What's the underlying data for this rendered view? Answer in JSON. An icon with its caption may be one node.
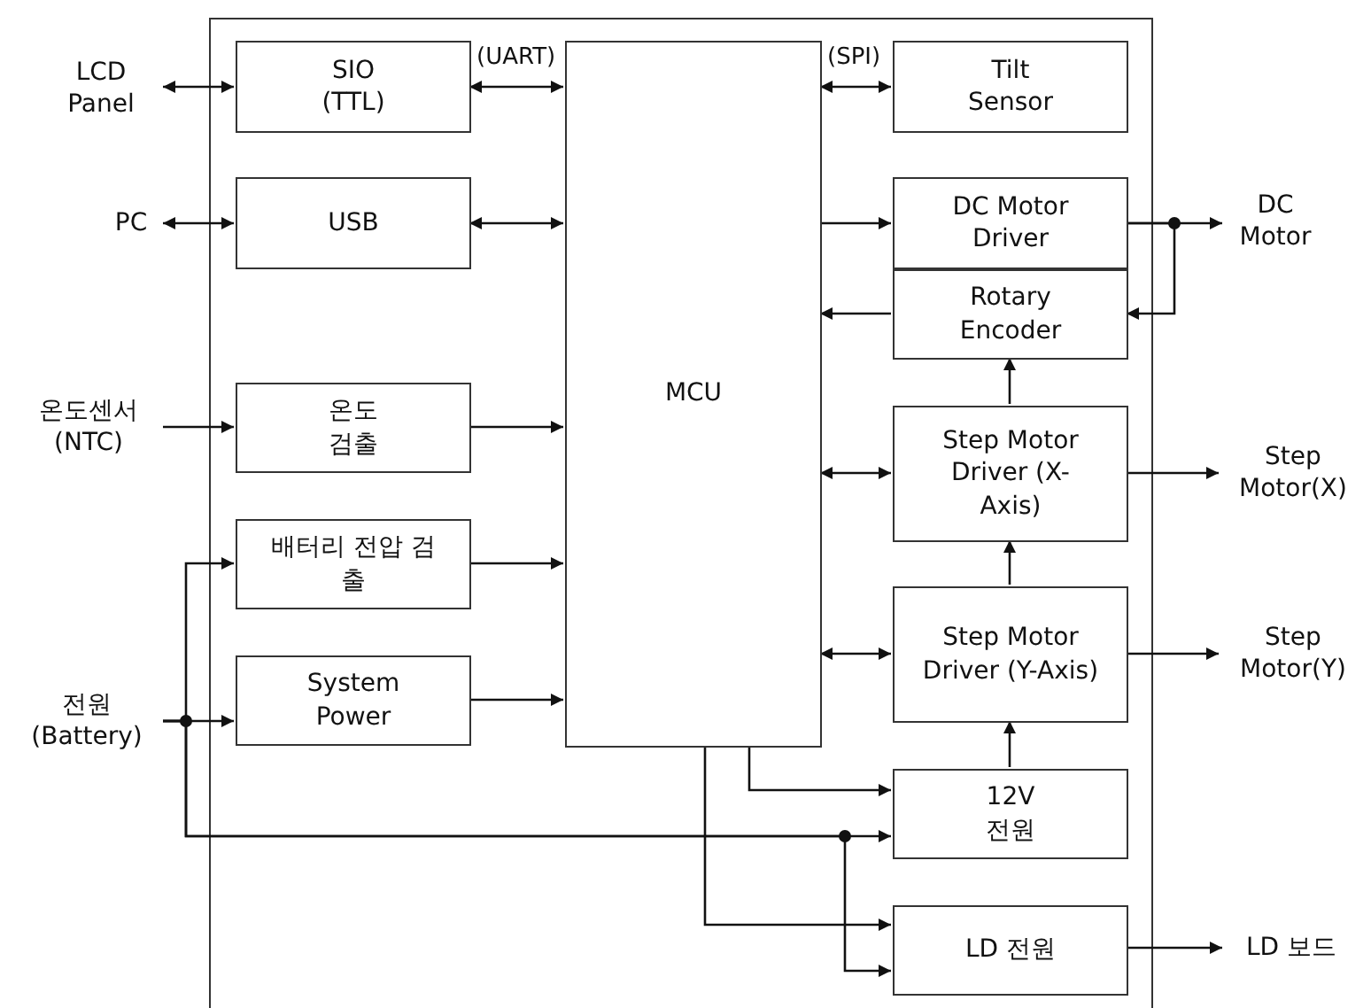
{
  "diagram": {
    "nodes": [
      {
        "text": [],
        "shape": "box"
      },
      {
        "text": [
          "LCD Panel"
        ]
      },
      {
        "text": [
          "SIO (TTL)"
        ],
        "in": 0
      },
      {
        "text": [
          "MCU"
        ],
        "in": 0
      },
      {
        "text": [
          "Tilt Sensor"
        ],
        "in": 0
      },
      {
        "text": [
          "PC"
        ]
      },
      {
        "text": [
          "USB"
        ],
        "in": 0
      },
      {
        "text": [
          "DC Motor Driver"
        ],
        "in": 0
      },
      {
        "text": [
          "DC Motor"
        ]
      },
      {
        "text": [
          "Rotary Encoder"
        ],
        "in": 0
      },
      {
        "text": [
          "온도센서 (NTC)"
        ]
      },
      {
        "text": [
          "온도 검출"
        ],
        "in": 0
      },
      {
        "text": [
          "Step Motor Driver (X-Axis)"
        ],
        "in": 0
      },
      {
        "text": [
          "Step Motor(X)"
        ]
      },
      {
        "text": [
          "배터리 전압 검출"
        ],
        "in": 0
      },
      {
        "text": [
          "전원 (Battery)"
        ]
      },
      {
        "text": [
          "System Power"
        ],
        "in": 0
      },
      {
        "text": [
          "Step Motor Driver (Y-Axis)"
        ],
        "in": 0
      },
      {
        "text": [
          "Step Motor(Y)"
        ]
      },
      {
        "text": [
          "12V 전원"
        ],
        "in": 0
      },
      {
        "text": [
          "LD 전원"
        ],
        "in": 0
      },
      {
        "text": [
          "LD 보드"
        ]
      }
    ],
    "edges": [
      {
        "from": 1,
        "to": 2,
        "arrow": "both"
      },
      {
        "from": 2,
        "to": 3,
        "arrow": "both",
        "label": "(UART)"
      },
      {
        "from": 3,
        "to": 4,
        "arrow": "both",
        "label": "(SPI)"
      },
      {
        "from": 5,
        "to": 6,
        "arrow": "both"
      },
      {
        "from": 6,
        "to": 3,
        "arrow": "both"
      },
      {
        "from": 3,
        "to": 7,
        "arrow": "to"
      },
      {
        "from": 7,
        "to": 8,
        "arrow": "to"
      },
      {
        "from": 7,
        "to": 9,
        "arrow": "to"
      },
      {
        "from": 9,
        "to": 3,
        "arrow": "to"
      },
      {
        "from": 10,
        "to": 11,
        "arrow": "to"
      },
      {
        "from": 11,
        "to": 3,
        "arrow": "to"
      },
      {
        "from": 3,
        "to": 12,
        "arrow": "both"
      },
      {
        "from": 12,
        "to": 13,
        "arrow": "to"
      },
      {
        "from": 12,
        "to": 9,
        "arrow": "to"
      },
      {
        "from": 15,
        "to": 14,
        "arrow": "to"
      },
      {
        "from": 15,
        "to": 16,
        "arrow": "to"
      },
      {
        "from": 14,
        "to": 3,
        "arrow": "to"
      },
      {
        "from": 16,
        "to": 3,
        "arrow": "to"
      },
      {
        "from": 3,
        "to": 17,
        "arrow": "both"
      },
      {
        "from": 17,
        "to": 18,
        "arrow": "to"
      },
      {
        "from": 17,
        "to": 12,
        "arrow": "to"
      },
      {
        "from": 19,
        "to": 17,
        "arrow": "to"
      },
      {
        "from": 3,
        "to": 19,
        "arrow": "to"
      },
      {
        "from": 15,
        "to": 19,
        "arrow": "to"
      },
      {
        "from": 15,
        "to": 20,
        "arrow": "to"
      },
      {
        "from": 3,
        "to": 20,
        "arrow": "to"
      },
      {
        "from": 20,
        "to": 21,
        "arrow": "to"
      }
    ]
  }
}
